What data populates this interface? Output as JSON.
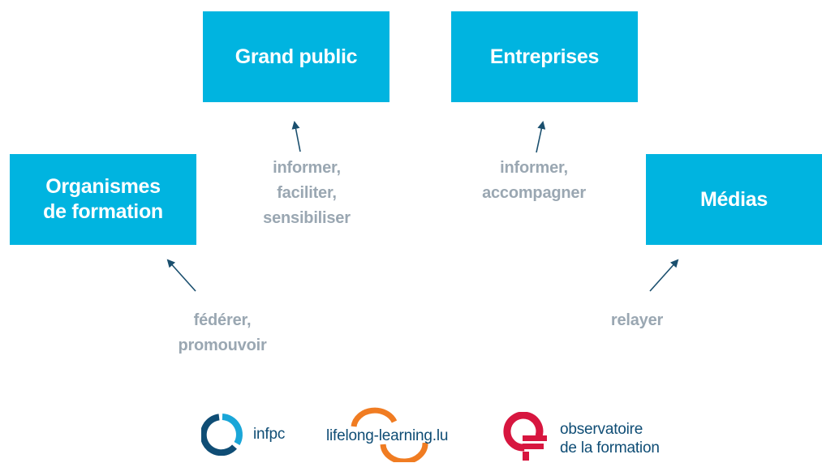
{
  "boxes": {
    "grand_public": "Grand public",
    "entreprises": "Entreprises",
    "organismes_line1": "Organismes",
    "organismes_line2": "de formation",
    "medias": "Médias"
  },
  "verbs": {
    "grand_public": [
      "informer,",
      "faciliter,",
      "sensibiliser"
    ],
    "entreprises": [
      "informer,",
      "accompagner"
    ],
    "organismes": [
      "fédérer,",
      "promouvoir"
    ],
    "medias": [
      "relayer"
    ]
  },
  "logos": {
    "infpc": "infpc",
    "lifelong": "lifelong-learning.lu",
    "observatoire_line1": "observatoire",
    "observatoire_line2": "de la formation"
  },
  "colors": {
    "box": "#00b4e0",
    "verb_text": "#9aa7b2",
    "arrow": "#1a4f6e",
    "infpc_blue": "#1aa6d8",
    "infpc_dark": "#0f4d75",
    "lifelong_orange": "#f07c22",
    "observatoire_red": "#d7163f"
  }
}
